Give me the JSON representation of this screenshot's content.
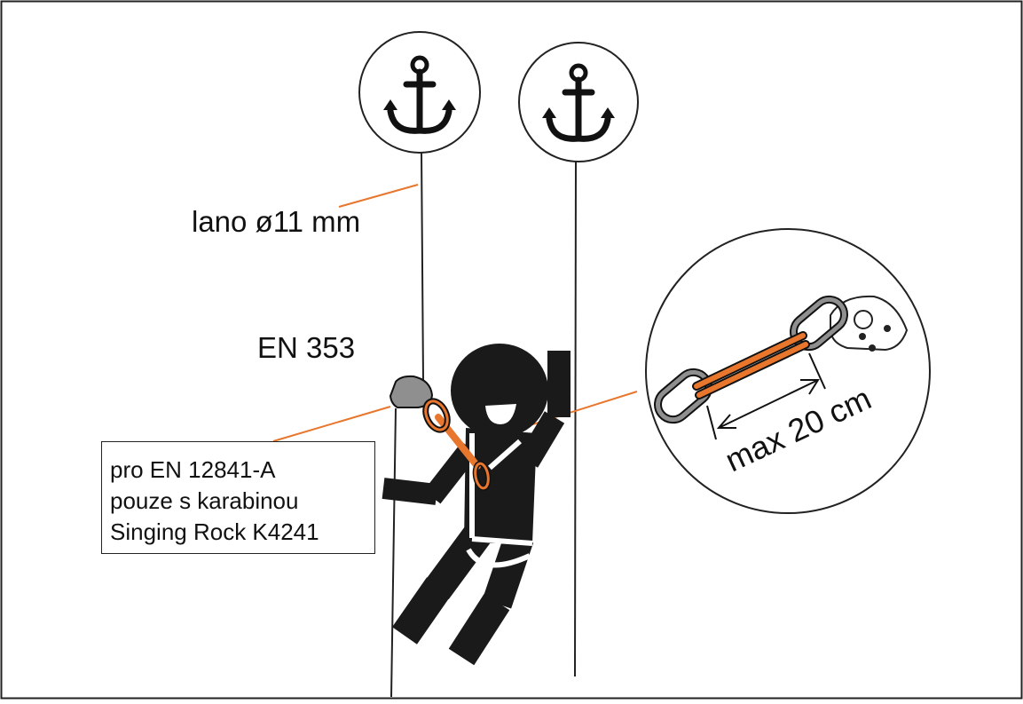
{
  "labels": {
    "rope": "lano ø11 mm",
    "standard": "EN 353",
    "note_lines": [
      "pro EN 12841-A",
      "pouze s karabinou",
      "Singing Rock K4241"
    ],
    "length": "max 20 cm"
  },
  "icons": {
    "anchor_left": "anchor-icon",
    "anchor_right": "anchor-icon"
  },
  "colors": {
    "accent": "#e8762d",
    "figure": "#1a1a1a",
    "device": "#8f8f8f",
    "line": "#222222"
  }
}
